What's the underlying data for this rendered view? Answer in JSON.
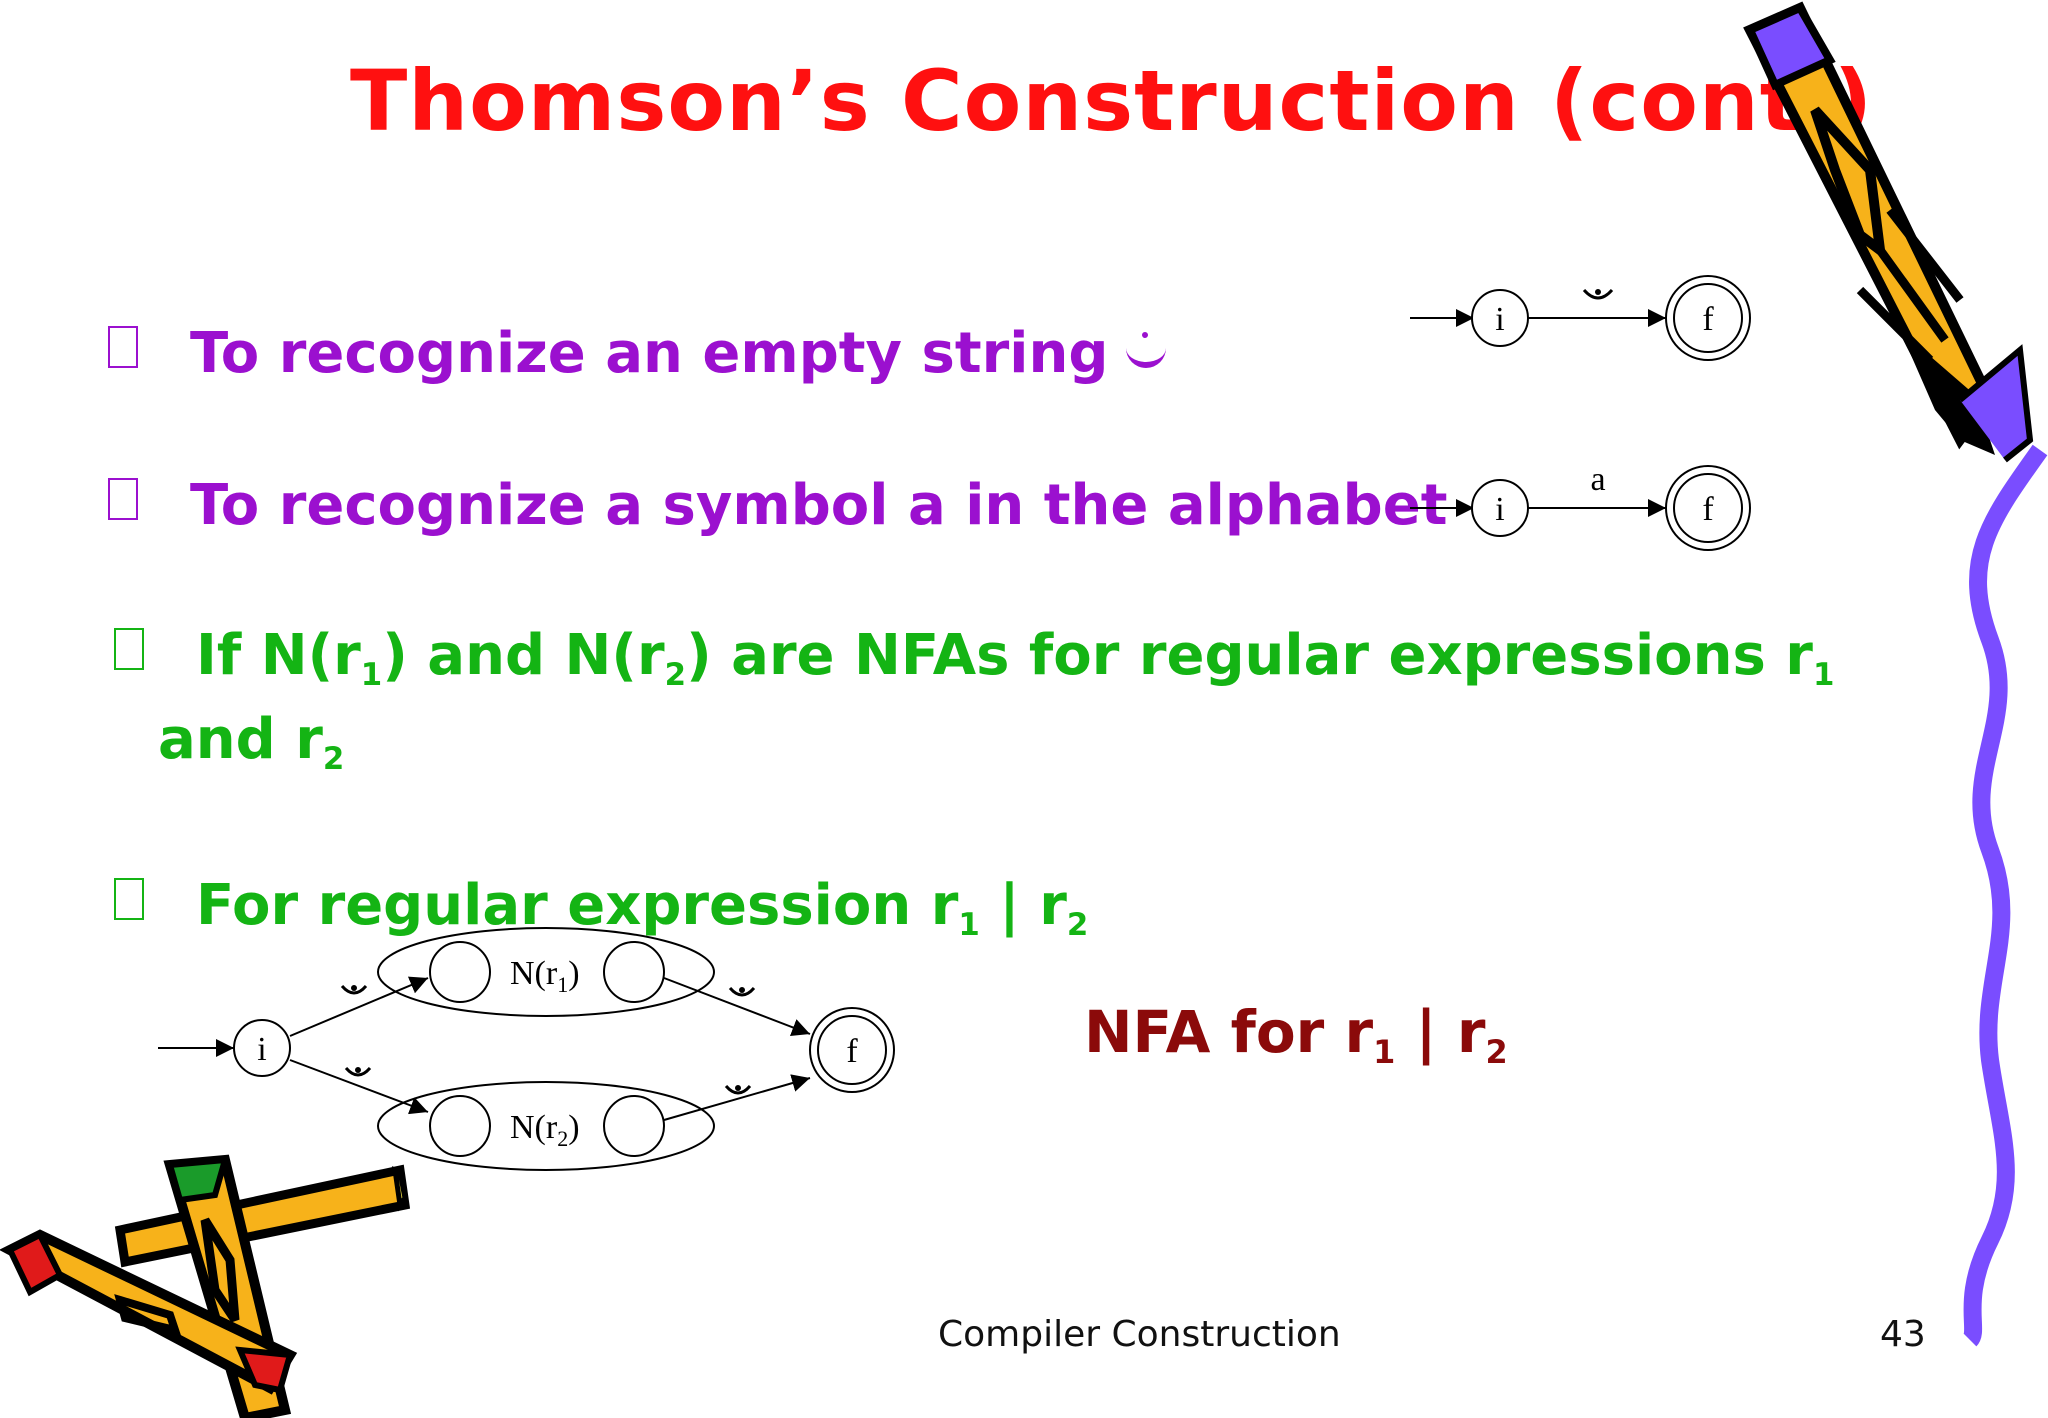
{
  "title": "Thomson’s Construction (cont.)",
  "bullets": [
    {
      "text": "To recognize an empty string"
    },
    {
      "text": "To recognize a symbol a in the alphabet"
    },
    {
      "text_a": "If N(r",
      "sub1": "1",
      "text_b": ") and N(r",
      "sub2": "2",
      "text_c": ") are NFAs for regular expressions r",
      "sub3": "1",
      "line2_a": "and r",
      "line2_sub": "2"
    },
    {
      "text": "For regular expression  r",
      "sub1": "1",
      "mid": " | r",
      "sub2": "2"
    }
  ],
  "diagrams": {
    "empty": {
      "start": "i",
      "final": "f"
    },
    "symbol": {
      "start": "i",
      "final": "f",
      "edge_label": "a"
    },
    "union": {
      "start": "i",
      "final": "f",
      "top_machine": "N(r",
      "top_sub": "1",
      "bottom_machine": "N(r",
      "bottom_sub": "2"
    }
  },
  "caption": {
    "text_a": "NFA for   r",
    "sub1": "1",
    "mid": " | r",
    "sub2": "2"
  },
  "footer": "Compiler Construction",
  "page_number": "43",
  "colors": {
    "title": "#ff1010",
    "purple": "#9b10cf",
    "green": "#14b414",
    "dark_red": "#8b0a0a",
    "crayon_blue": "#7a4dff",
    "crayon_orange": "#f7b21a"
  }
}
